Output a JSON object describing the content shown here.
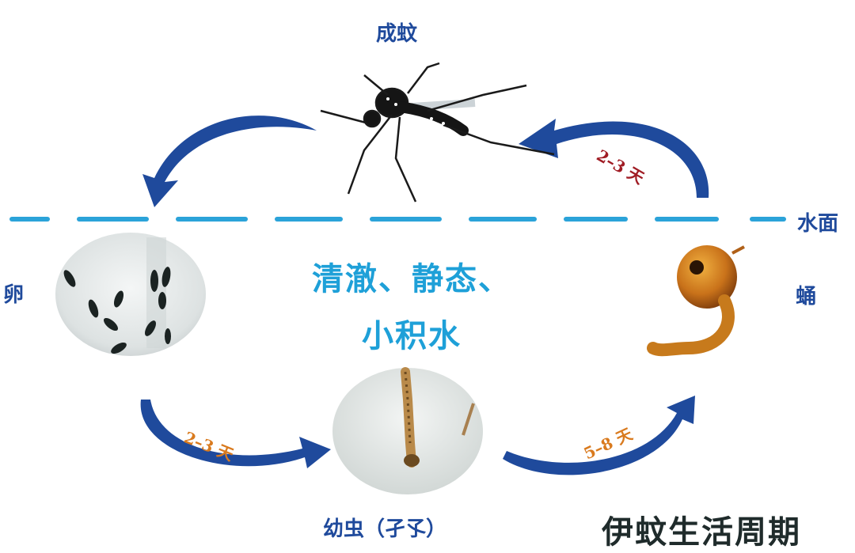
{
  "stages": {
    "adult": "成蚊",
    "egg": "卵",
    "pupa": "蛹",
    "larva": "幼虫（孑孓）"
  },
  "water_surface": "水面",
  "habitat": {
    "line1": "清澈、静态、",
    "line2": "小积水"
  },
  "durations": {
    "pupa_to_adult": "2–3 天",
    "egg_to_larva": "2–3 天",
    "larva_to_pupa": "5–8 天"
  },
  "title": "伊蚊生活周期",
  "colors": {
    "arrow": "#1f4a9c",
    "dash": "#2ba3d9",
    "red": "#a01c24",
    "orange": "#d97a1e",
    "title": "#1f2b2b"
  }
}
